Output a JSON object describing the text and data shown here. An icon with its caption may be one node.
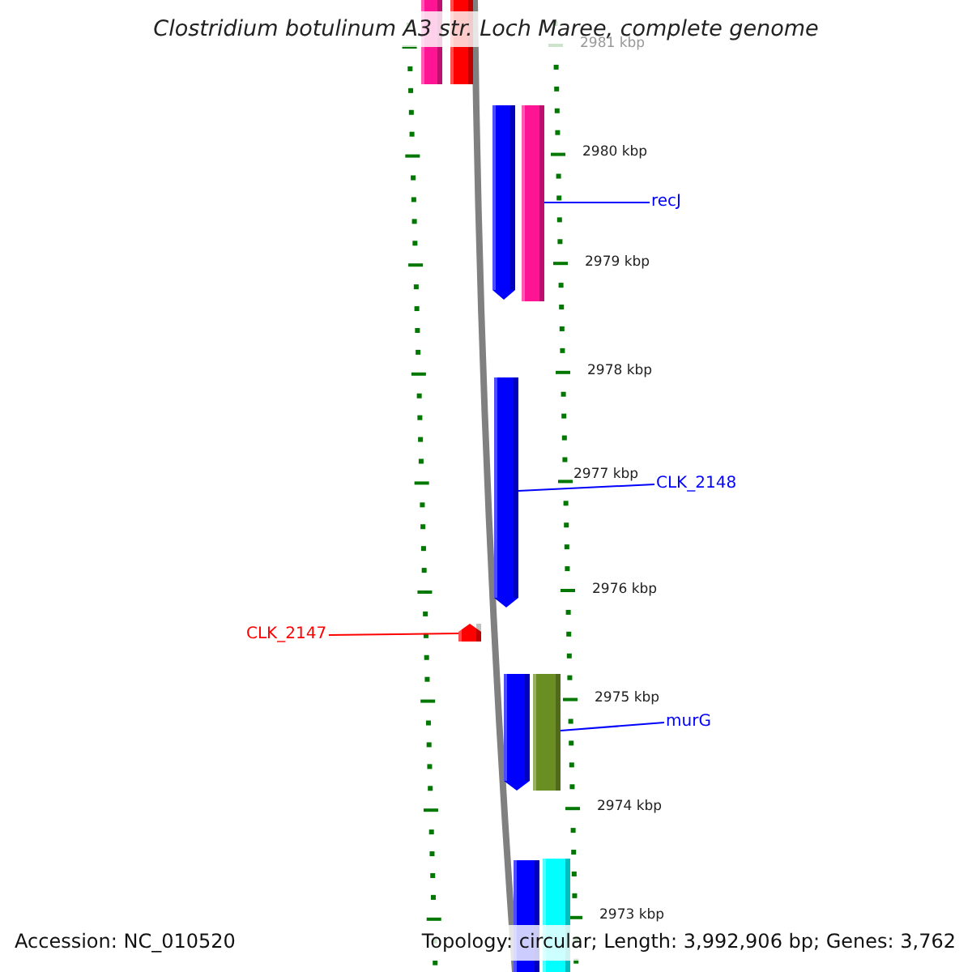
{
  "diagram": {
    "title": "Clostridium botulinum A3 str. Loch Maree, complete genome",
    "nodes": [
      {
        "text": [],
        "shape": "bar"
      },
      {
        "text": [],
        "shape": "bar"
      },
      {
        "text": [],
        "shape": "bar"
      },
      {
        "text": [],
        "shape": "bar"
      },
      {
        "text": [
          "recJ"
        ]
      },
      {
        "text": [],
        "shape": "bar"
      },
      {
        "text": [
          "CLK_2148"
        ]
      },
      {
        "text": [
          "CLK_2147"
        ]
      },
      {
        "text": [],
        "shape": "bar"
      },
      {
        "text": [],
        "shape": "bar"
      },
      {
        "text": [],
        "shape": "bar"
      },
      {
        "text": [
          "murG"
        ]
      },
      {
        "text": [],
        "shape": "bar"
      },
      {
        "text": [],
        "shape": "bar"
      }
    ],
    "edges": [
      {
        "from": 4,
        "to": 3,
        "arrow": "none"
      },
      {
        "from": 6,
        "to": 5,
        "arrow": "none"
      },
      {
        "from": 7,
        "to": 8,
        "arrow": "none",
        "color": "#ff0000"
      },
      {
        "from": 11,
        "to": 10,
        "arrow": "none"
      }
    ],
    "labels": [
      "2981 kbp",
      "2980 kbp",
      "2979 kbp",
      "2978 kbp",
      "2977 kbp",
      "2976 kbp",
      "2975 kbp",
      "2974 kbp",
      "2973 kbp",
      "Accession: NC_010520",
      "Topology: circular; Length: 3,992,906 bp; Genes: 3,762"
    ]
  }
}
